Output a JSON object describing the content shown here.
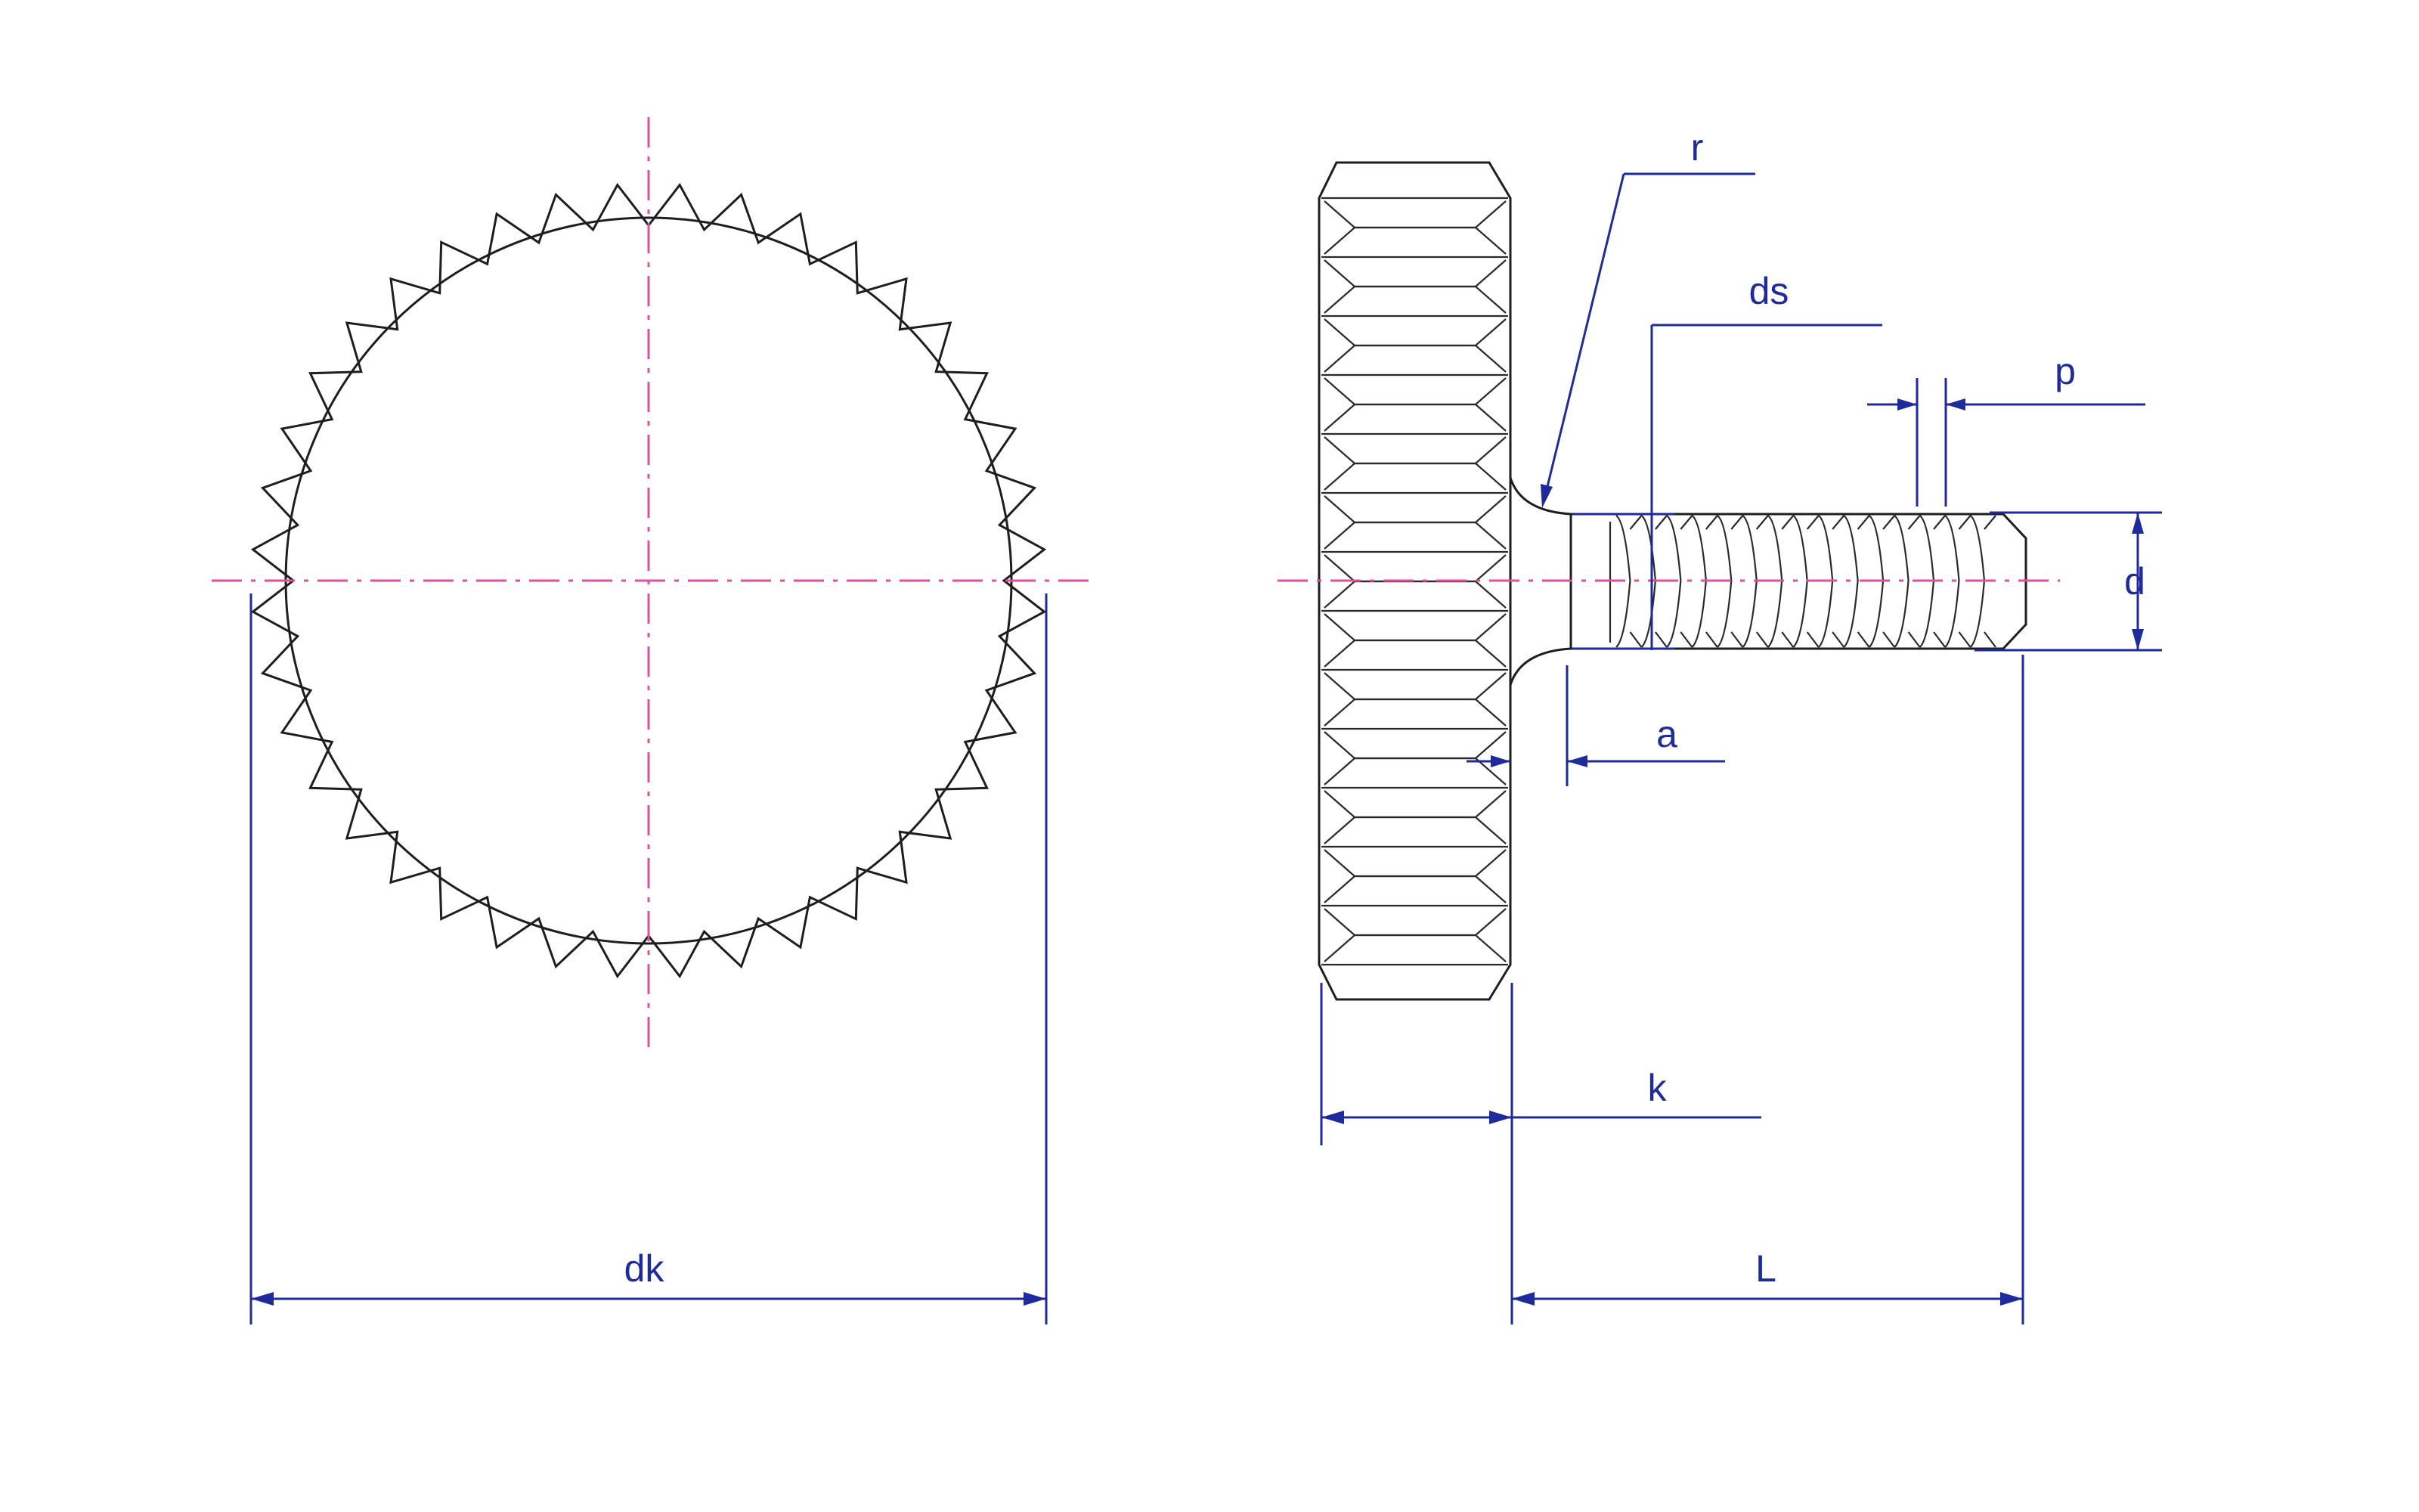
{
  "drawing": {
    "subject": "knurled thumb screw",
    "views": [
      "front view",
      "side view"
    ],
    "colors": {
      "part_outline": "#1e1e1e",
      "center_line": "#e0509a",
      "dimension": "#1f2a9c",
      "background": "#ffffff"
    },
    "front_view": {
      "knurl_teeth": 40
    },
    "side_view": {
      "knurl_ridges": 13,
      "thread_turns": 15
    },
    "labels": {
      "dk": "dk",
      "r": "r",
      "ds": "ds",
      "p": "p",
      "d": "d",
      "a": "a",
      "k": "k",
      "L": "L"
    }
  }
}
